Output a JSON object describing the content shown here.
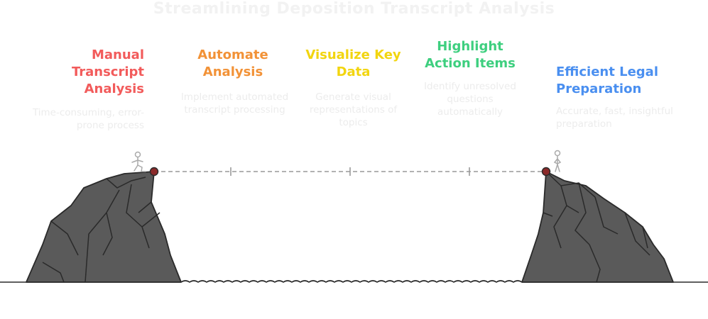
{
  "title": "Streamlining Deposition Transcript Analysis",
  "colors": {
    "manual": "#f25b5b",
    "automate": "#f29237",
    "visualize": "#f2d50f",
    "highlight": "#3ecf7f",
    "efficient": "#4a8ff0",
    "rock": "#5a5a5a",
    "outline": "#2a2a2a",
    "rope": "#999999",
    "anchor": "#8b2a2a"
  },
  "steps": [
    {
      "label": "Manual Transcript Analysis",
      "desc": "Time-consuming, error-prone process"
    },
    {
      "label": "Automate Analysis",
      "desc": "Implement automated transcript processing"
    },
    {
      "label": "Visualize Key Data",
      "desc": "Generate visual representations of topics"
    },
    {
      "label": "Highlight Action Items",
      "desc": "Identify unresolved questions automatically"
    },
    {
      "label": "Efficient Legal Preparation",
      "desc": "Accurate, fast, insightful preparation"
    }
  ]
}
